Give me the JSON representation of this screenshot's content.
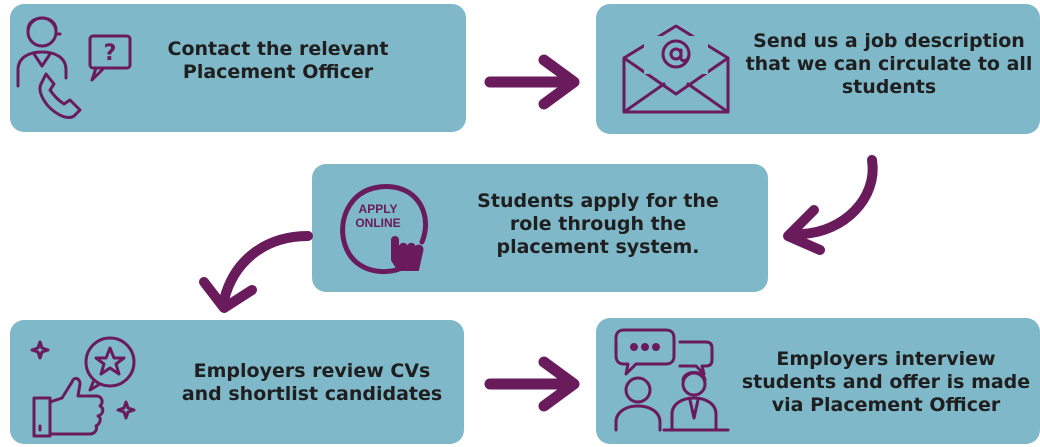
{
  "colors": {
    "box": "#7fb8c9",
    "accent": "#6a1b5c",
    "text": "#1f1f1f",
    "background": "#ffffff"
  },
  "steps": [
    {
      "icon": "contact-person-phone-icon",
      "lines": [
        "Contact the relevant",
        "Placement Officer"
      ]
    },
    {
      "icon": "email-envelope-icon",
      "lines": [
        "Send us a job description",
        "that we can circulate to all",
        "students"
      ]
    },
    {
      "icon": "apply-online-icon",
      "badge": {
        "line1": "APPLY",
        "line2": "ONLINE"
      },
      "lines": [
        "Students apply for the",
        "role through the",
        "placement system."
      ]
    },
    {
      "icon": "review-thumbs-up-icon",
      "lines": [
        "Employers review CVs",
        "and shortlist candidates"
      ]
    },
    {
      "icon": "interview-chat-icon",
      "lines": [
        "Employers interview",
        "students and offer is made",
        "via Placement Officer"
      ]
    }
  ]
}
